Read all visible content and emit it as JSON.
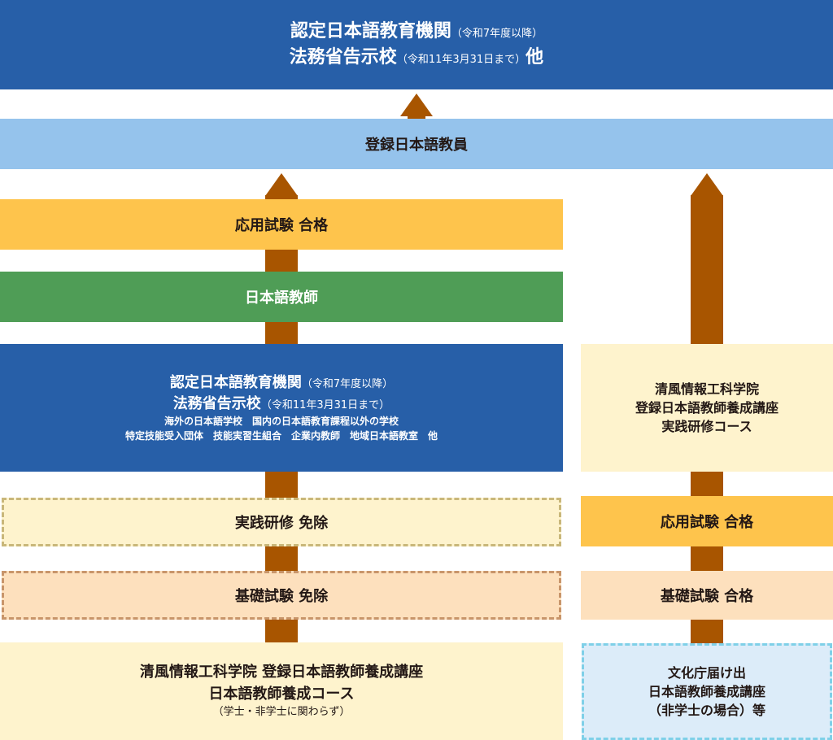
{
  "top": {
    "line1": "認定日本語教育機関",
    "line1_note": "（令和7年度以降）",
    "line2": "法務省告示校",
    "line2_note": "（令和11年3月31日まで）",
    "line2_suffix": "他"
  },
  "registered": "登録日本語教員",
  "left": {
    "applied_pass": "応用試験 合格",
    "teacher": "日本語教師",
    "inst": {
      "line1": "認定日本語教育機関",
      "line1_note": "（令和7年度以降）",
      "line2": "法務省告示校",
      "line2_note": "（令和11年3月31日まで）",
      "line3": "海外の日本語学校　国内の日本語教育課程以外の学校",
      "line4": "特定技能受入団体　技能実習生組合　企業内教師　地域日本語教室　他"
    },
    "practice_exempt": "実践研修 免除",
    "basic_exempt": "基礎試験 免除",
    "course": {
      "line1": "清風情報工科学院 登録日本語教師養成講座",
      "line2": "日本語教師養成コース",
      "line3": "（学士・非学士に関わらず）"
    }
  },
  "right": {
    "school": {
      "line1": "清風情報工科学院",
      "line2": "登録日本語教師養成講座",
      "line3": "実践研修コース"
    },
    "applied_pass": "応用試験 合格",
    "basic_pass": "基礎試験 合格",
    "agency": {
      "line1": "文化庁届け出",
      "line2": "日本語教師養成講座",
      "line3": "（非学士の場合）等"
    }
  },
  "colors": {
    "blue": "#275fa8",
    "light_blue": "#95c3ec",
    "yellow": "#fec44c",
    "green": "#4f9d56",
    "cream": "#fef3cd",
    "peach": "#fde0bd",
    "arrow": "#a85500",
    "sky": "#dcecf9"
  }
}
